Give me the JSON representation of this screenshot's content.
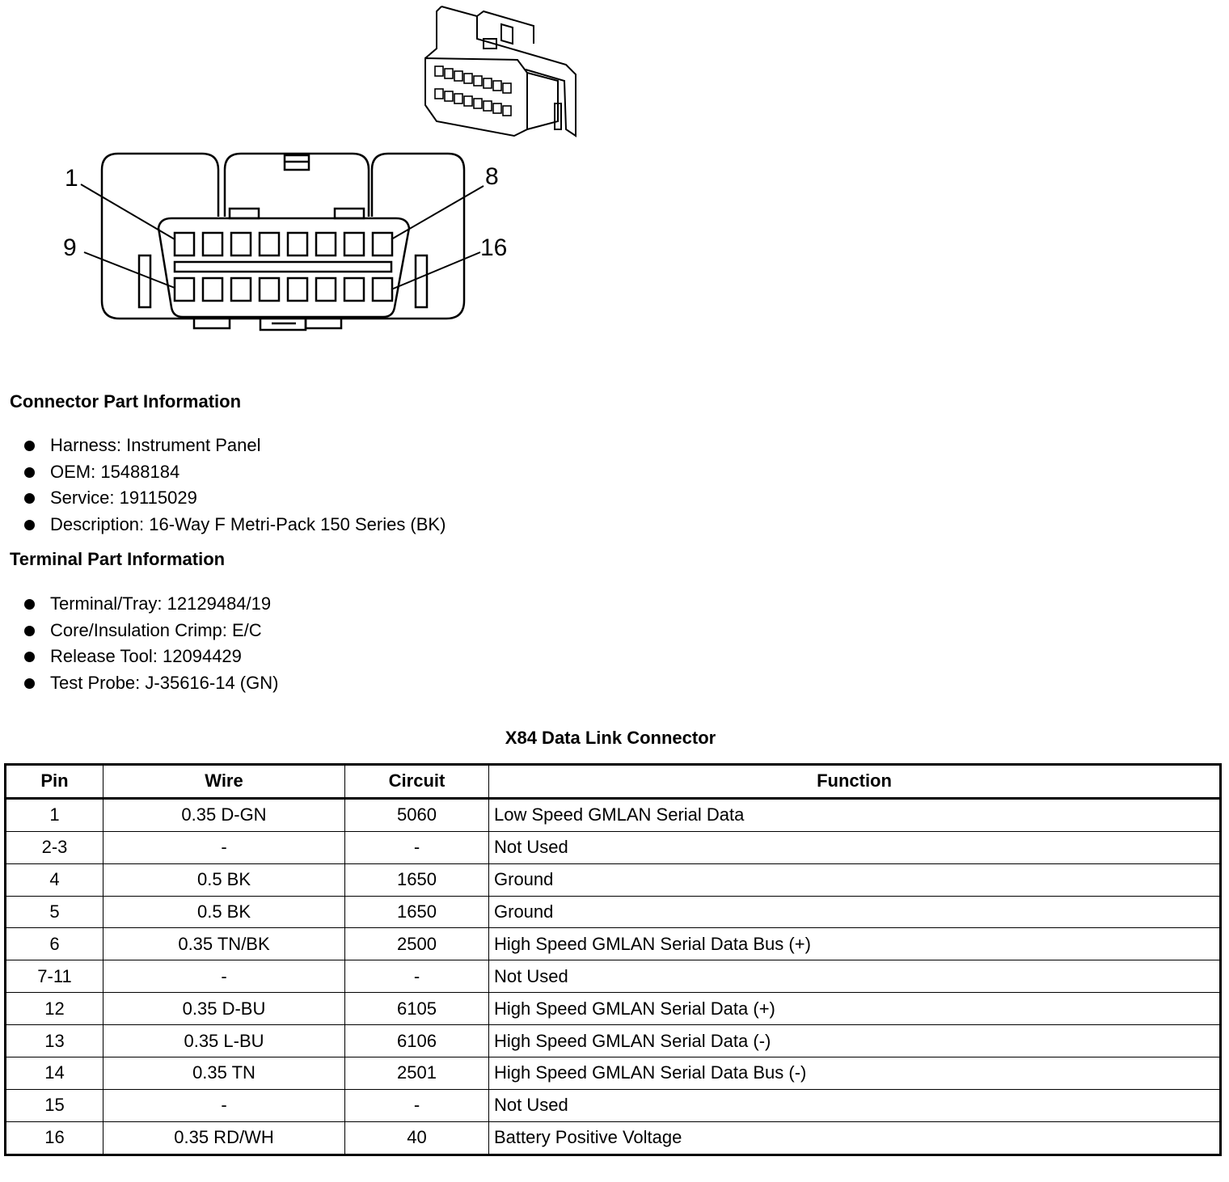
{
  "diagram": {
    "pin_labels": [
      "1",
      "8",
      "9",
      "16"
    ]
  },
  "connector_section": {
    "title": "Connector Part Information",
    "items": [
      "Harness: Instrument Panel",
      "OEM: 15488184",
      "Service: 19115029",
      "Description: 16-Way F Metri-Pack 150 Series (BK)"
    ]
  },
  "terminal_section": {
    "title": "Terminal Part Information",
    "items": [
      "Terminal/Tray: 12129484/19",
      "Core/Insulation Crimp: E/C",
      "Release Tool: 12094429",
      "Test Probe: J-35616-14 (GN)"
    ]
  },
  "table": {
    "title": "X84 Data Link Connector",
    "headers": [
      "Pin",
      "Wire",
      "Circuit",
      "Function"
    ],
    "rows": [
      [
        "1",
        "0.35 D-GN",
        "5060",
        "Low Speed GMLAN Serial Data"
      ],
      [
        "2-3",
        "-",
        "-",
        "Not Used"
      ],
      [
        "4",
        "0.5 BK",
        "1650",
        "Ground"
      ],
      [
        "5",
        "0.5 BK",
        "1650",
        "Ground"
      ],
      [
        "6",
        "0.35 TN/BK",
        "2500",
        "High Speed GMLAN Serial Data Bus (+)"
      ],
      [
        "7-11",
        "-",
        "-",
        "Not Used"
      ],
      [
        "12",
        "0.35 D-BU",
        "6105",
        "High Speed GMLAN Serial Data (+)"
      ],
      [
        "13",
        "0.35 L-BU",
        "6106",
        "High Speed GMLAN Serial Data (-)"
      ],
      [
        "14",
        "0.35 TN",
        "2501",
        "High Speed GMLAN Serial Data Bus (-)"
      ],
      [
        "15",
        "-",
        "-",
        "Not Used"
      ],
      [
        "16",
        "0.35 RD/WH",
        "40",
        "Battery Positive Voltage"
      ]
    ]
  }
}
